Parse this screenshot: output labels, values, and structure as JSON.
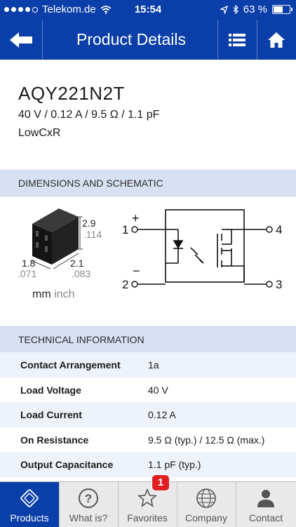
{
  "status_bar": {
    "carrier": "Telekom.de",
    "time": "15:54",
    "battery_text": "63 %",
    "battery_level": 0.63
  },
  "nav": {
    "title": "Product Details",
    "back_icon": "back-arrow-icon",
    "list_icon": "list-icon",
    "home_icon": "home-icon"
  },
  "product": {
    "name": "AQY221N2T",
    "specs": "40 V / 0.12 A / 9.5 Ω / 1.1 pF",
    "series": "LowCxR"
  },
  "dimensions": {
    "header": "DIMENSIONS AND SCHEMATIC",
    "height_mm": "2.9",
    "height_inch": ".114",
    "width_mm": "1.8",
    "width_inch": ".071",
    "depth_mm": "2.1",
    "depth_inch": ".083",
    "unit_mm": "mm",
    "unit_inch": "inch",
    "schematic": {
      "plus": "+",
      "minus": "−",
      "pin1": "1",
      "pin2": "2",
      "pin3": "3",
      "pin4": "4"
    }
  },
  "technical": {
    "header": "TECHNICAL INFORMATION",
    "rows": [
      {
        "label": "Contact Arrangement",
        "value": "1a"
      },
      {
        "label": "Load Voltage",
        "value": "40 V"
      },
      {
        "label": "Load Current",
        "value": "0.12 A"
      },
      {
        "label": "On Resistance",
        "value": "9.5 Ω (typ.) / 12.5 Ω (max.)"
      },
      {
        "label": "Output Capacitance",
        "value": "1.1 pF (typ.)"
      }
    ]
  },
  "tabs": [
    {
      "label": "Products",
      "icon": "chip-icon",
      "active": true
    },
    {
      "label": "What is?",
      "icon": "question-icon",
      "active": false
    },
    {
      "label": "Favorites",
      "icon": "star-icon",
      "active": false,
      "badge": "1"
    },
    {
      "label": "Company",
      "icon": "globe-icon",
      "active": false
    },
    {
      "label": "Contact",
      "icon": "person-icon",
      "active": false
    }
  ],
  "colors": {
    "brand_blue": "#0a3ea8",
    "section_header": "#d8e1f4",
    "badge_red": "#e02020"
  }
}
